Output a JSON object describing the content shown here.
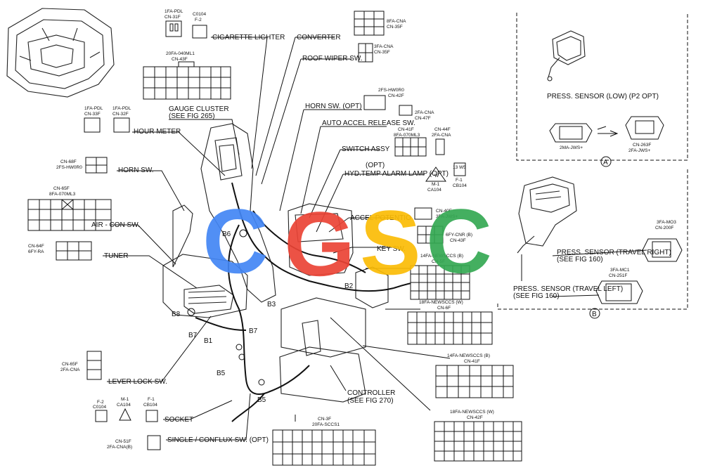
{
  "labels": {
    "cigarette_lighter": "CIGARETTE LIGHTER",
    "converter": "CONVERTER",
    "roof_wiper_sw": "ROOF WIPER SW.",
    "horn_sw_opt": "HORN SW. (OPT)",
    "auto_accel_release_sw": "AUTO ACCEL RELEASE SW.",
    "switch_assy": "SWITCH ASSY",
    "opt": "(OPT)",
    "hyd_temp_alarm_lamp": "HYD.TEMP ALARM LAMP (OPT)",
    "accel_potentio": "ACCEL POTENTIO",
    "key_sw": "KEY SW.",
    "gauge_cluster": "GAUGE CLUSTER",
    "see_fig_265": "(SEE FIG 265)",
    "hour_meter": "HOUR METER",
    "horn_sw": "HORN SW.",
    "air_con_sw": "AIR - CON SW.",
    "tuner": "TUNER",
    "lever_lock_sw": "LEVER LOCK SW.",
    "socket": "SOCKET",
    "single_conflux_sw": "SINGLE / CONFLUX SW. (OPT)",
    "controller": "CONTROLLER",
    "see_fig_270": "(SEE FIG 270)",
    "press_sensor_low": "PRESS. SENSOR (LOW) (P2 OPT)",
    "press_sensor_travel_right": "PRESS. SENSOR (TRAVEL RIGHT)",
    "press_sensor_travel_left": "PRESS. SENSOR (TRAVEL LEFT)",
    "see_fig_160": "(SEE FIG 160)",
    "detail_a": "A",
    "detail_b": "B"
  },
  "markers": [
    "B1",
    "B2",
    "B3",
    "B5",
    "B5",
    "B6",
    "B7",
    "B7",
    "B8"
  ],
  "connectors": {
    "cn31f": [
      "1FA-PDL",
      "CN-31F"
    ],
    "c0104": [
      "C0104",
      "F-2"
    ],
    "cn43f": [
      "20FA-040ML1",
      "CN-43F"
    ],
    "cn35f": [
      "8FA-CNA",
      "CN-35F"
    ],
    "cn35f_b": [
      "3FA-CNA",
      "CN-35F"
    ],
    "cn33f": [
      "1FA-PDL",
      "CN-33F"
    ],
    "cn32f": [
      "1FA-PDL",
      "CN-32F"
    ],
    "cn42f": [
      "2FS-HW0R0",
      "CN-42F"
    ],
    "cn47f": [
      "2FA-CNA",
      "CN-47F"
    ],
    "cn41f_sw": [
      "CN-41F",
      "8FA-070ML3"
    ],
    "cn44f": [
      "CN-44F",
      "2FA-CNA"
    ],
    "cn68f": [
      "CN-68F",
      "2FS-HW0R0"
    ],
    "cn65f": [
      "CN-65F",
      "8FA-070ML3"
    ],
    "cn64f": [
      "CN-64F",
      "6FY-RA"
    ],
    "ca104": [
      "M-1",
      "CA104"
    ],
    "cb104": [
      "F-1",
      "CB104"
    ],
    "cn40f": [
      "CN-40F",
      "3FA-JWS+"
    ],
    "cn43f_key": [
      "6FY-CNR (B)",
      "CN-43F"
    ],
    "cn5f": [
      "14FA-NEWSCCS (B)",
      "CN-5F"
    ],
    "cn6f": [
      "18FA-NEWSCCS (W)",
      "CN-6F"
    ],
    "cn41f": [
      "14FA-NEWSCCS (B)",
      "CN-41F"
    ],
    "cn42f_big": [
      "18FA-NEWSCCS (W)",
      "CN-42F"
    ],
    "cn3f": [
      "CN-3F",
      "20FA-SCCS1"
    ],
    "cn65f_lever": [
      "CN-65F",
      "2FA-CNA"
    ],
    "c0104_b": [
      "F-2",
      "C0104"
    ],
    "ca104_b": [
      "M-1",
      "CA104"
    ],
    "cb104_b": [
      "F-1",
      "CB104"
    ],
    "cn51f": [
      "CN-51F",
      "2FA-CNA(B)"
    ],
    "cn263f": [
      "CN-263F",
      "2FA-JWS+"
    ],
    "cn200f": [
      "3FA-MO3",
      "CN-200F"
    ],
    "cn251f": [
      "3FA-MC1",
      "CN-251F"
    ],
    "jws_male": "2MA-JWS+",
    "pin_f1": "13 W5",
    "pin_m1": "W"
  },
  "watermark": {
    "letters": [
      "C",
      "G",
      "S",
      "C"
    ],
    "colors": [
      "#4285F4",
      "#EA4335",
      "#FBBC05",
      "#34A853"
    ]
  }
}
